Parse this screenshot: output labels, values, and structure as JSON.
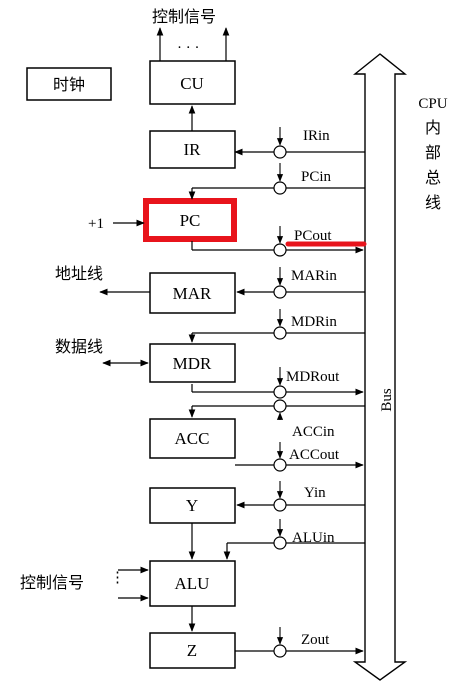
{
  "top_label": "控制信号",
  "top_dots": "· · ·",
  "clock_label": "时钟",
  "bus_title_lines": [
    "CPU",
    "内",
    "部",
    "总",
    "线"
  ],
  "bus_label": "Bus",
  "plus_one": "+1",
  "left_labels": {
    "address": "地址线",
    "data": "数据线",
    "control": "控制信号"
  },
  "registers": {
    "cu": "CU",
    "ir": "IR",
    "pc": "PC",
    "mar": "MAR",
    "mdr": "MDR",
    "acc": "ACC",
    "y": "Y",
    "alu": "ALU",
    "z": "Z"
  },
  "signals": {
    "irin": "IRin",
    "pcin": "PCin",
    "pcout": "PCout",
    "marin": "MARin",
    "mdrin": "MDRin",
    "mdrout": "MDRout",
    "accin": "ACCin",
    "accout": "ACCout",
    "yin": "Yin",
    "aluin": "ALUin",
    "zout": "Zout"
  },
  "colors": {
    "highlight": "#e8141c",
    "line": "#000000"
  }
}
